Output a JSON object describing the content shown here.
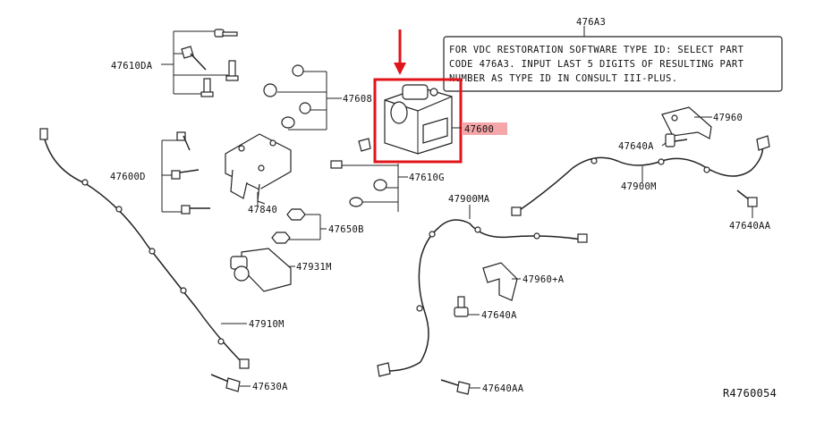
{
  "diagram": {
    "reference_code": "R4760054",
    "callouts": {
      "p476A3": "476A3",
      "p47610DA": "47610DA",
      "p47608": "47608",
      "p47600": "47600",
      "p47960": "47960",
      "p47640A_top": "47640A",
      "p47600D": "47600D",
      "p47610G": "47610G",
      "p47900M": "47900M",
      "p47840": "47840",
      "p47900MA": "47900MA",
      "p47640AA_right": "47640AA",
      "p47650B": "47650B",
      "p47931M": "47931M",
      "p47960A": "47960+A",
      "p47640A_mid": "47640A",
      "p47910M": "47910M",
      "p47630A": "47630A",
      "p47640AA_bottom": "47640AA"
    },
    "note_lines": [
      "FOR VDC RESTORATION SOFTWARE TYPE ID: SELECT PART",
      "CODE 476A3. INPUT LAST 5 DIGITS OF RESULTING PART",
      "NUMBER AS TYPE ID IN CONSULT III-PLUS."
    ],
    "highlight": {
      "box_color": "#e0141a",
      "label_bg_color": "#f4a6a8"
    }
  }
}
